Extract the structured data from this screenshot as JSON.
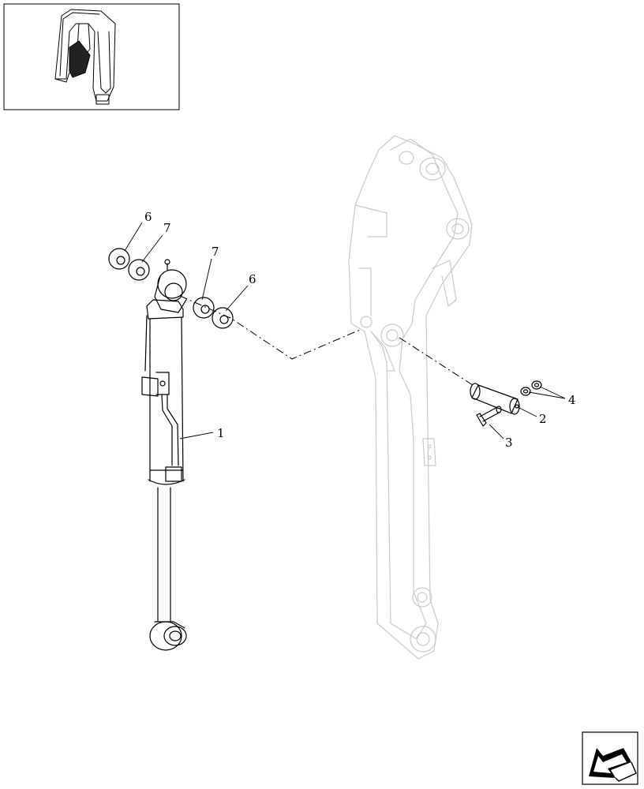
{
  "callouts": [
    {
      "id": "c6a",
      "text": "6"
    },
    {
      "id": "c7a",
      "text": "7"
    },
    {
      "id": "c7b",
      "text": "7"
    },
    {
      "id": "c6b",
      "text": "6"
    },
    {
      "id": "c1",
      "text": "1"
    },
    {
      "id": "c4",
      "text": "4"
    },
    {
      "id": "c2",
      "text": "2"
    },
    {
      "id": "c3",
      "text": "3"
    }
  ],
  "icons": {
    "thumbnail": "machine-overview-icon",
    "navigation": "previous-page-arrow-icon"
  },
  "colors": {
    "ink": "#000000",
    "ghost": "#c9c9c9"
  }
}
